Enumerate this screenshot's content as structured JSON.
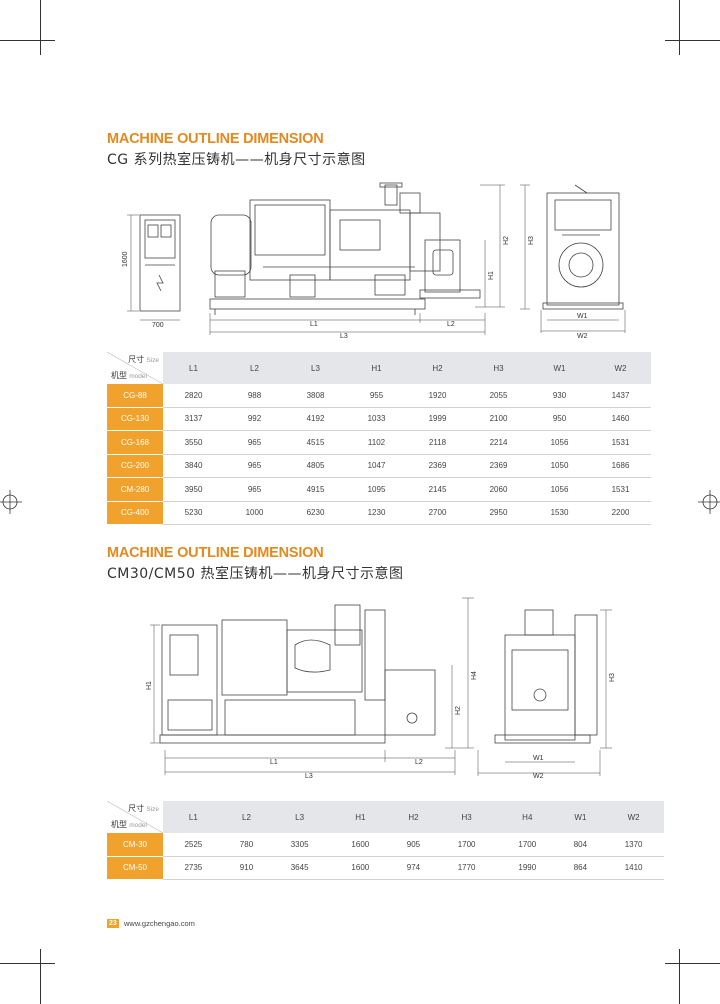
{
  "section1": {
    "title_en": "MACHINE OUTLINE DIMENSION",
    "title_cn": "CG 系列热室压铸机——机身尺寸示意图",
    "drawing_labels": {
      "height_1600": "1600",
      "w700": "700",
      "L1": "L1",
      "L2": "L2",
      "L3": "L3",
      "H1": "H1",
      "H2": "H2",
      "H3": "H3",
      "W1": "W1",
      "W2": "W2"
    },
    "table": {
      "corner_size": "尺寸",
      "corner_size_en": "Size",
      "corner_model": "机型",
      "corner_model_en": "model",
      "headers": [
        "L1",
        "L2",
        "L3",
        "H1",
        "H2",
        "H3",
        "W1",
        "W2"
      ],
      "rows": [
        {
          "model": "CG-88",
          "values": [
            "2820",
            "988",
            "3808",
            "955",
            "1920",
            "2055",
            "930",
            "1437"
          ]
        },
        {
          "model": "CG-130",
          "values": [
            "3137",
            "992",
            "4192",
            "1033",
            "1999",
            "2100",
            "950",
            "1460"
          ]
        },
        {
          "model": "CG-168",
          "values": [
            "3550",
            "965",
            "4515",
            "1102",
            "2118",
            "2214",
            "1056",
            "1531"
          ]
        },
        {
          "model": "CG-200",
          "values": [
            "3840",
            "965",
            "4805",
            "1047",
            "2369",
            "2369",
            "1050",
            "1686"
          ]
        },
        {
          "model": "CM-280",
          "values": [
            "3950",
            "965",
            "4915",
            "1095",
            "2145",
            "2060",
            "1056",
            "1531"
          ]
        },
        {
          "model": "CG-400",
          "values": [
            "5230",
            "1000",
            "6230",
            "1230",
            "2700",
            "2950",
            "1530",
            "2200"
          ]
        }
      ]
    }
  },
  "section2": {
    "title_en": "MACHINE OUTLINE DIMENSION",
    "title_cn": "CM30/CM50 热室压铸机——机身尺寸示意图",
    "drawing_labels": {
      "L1": "L1",
      "L2": "L2",
      "L3": "L3",
      "H1": "H1",
      "H2": "H2",
      "H3": "H3",
      "H4": "H4",
      "W1": "W1",
      "W2": "W2"
    },
    "table": {
      "corner_size": "尺寸",
      "corner_size_en": "Size",
      "corner_model": "机型",
      "corner_model_en": "model",
      "headers": [
        "L1",
        "L2",
        "L3",
        "H1",
        "H2",
        "H3",
        "H4",
        "W1",
        "W2"
      ],
      "rows": [
        {
          "model": "CM-30",
          "values": [
            "2525",
            "780",
            "3305",
            "1600",
            "905",
            "1700",
            "1700",
            "804",
            "1370"
          ]
        },
        {
          "model": "CM-50",
          "values": [
            "2735",
            "910",
            "3645",
            "1600",
            "974",
            "1770",
            "1990",
            "864",
            "1410"
          ]
        }
      ]
    }
  },
  "footer": {
    "page_number": "23",
    "url": "www.gzchengao.com"
  }
}
